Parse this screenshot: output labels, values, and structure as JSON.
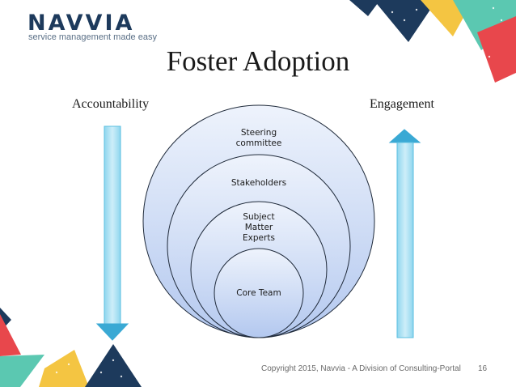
{
  "brand": {
    "name": "NAVVIA",
    "tagline": "service management made easy"
  },
  "title": "Foster Adoption",
  "left_label": "Accountability",
  "right_label": "Engagement",
  "circles": [
    {
      "label": "Steering\ncommittee"
    },
    {
      "label": "Stakeholders"
    },
    {
      "label": "Subject\nMatter\nExperts"
    },
    {
      "label": "Core Team"
    }
  ],
  "footer": "Copyright 2015, Navvia - A Division of Consulting-Portal",
  "page_number": "16",
  "colors": {
    "arrow": "#4bb7dc",
    "circle_fill_top": "#eaf1fb",
    "circle_fill_bottom": "#b9cdf0",
    "circle_stroke": "#1f2a3a",
    "brand_navy": "#1d3a5c",
    "accent_teal": "#5bc8b1",
    "accent_yellow": "#f4c542",
    "accent_red": "#e8474c"
  }
}
